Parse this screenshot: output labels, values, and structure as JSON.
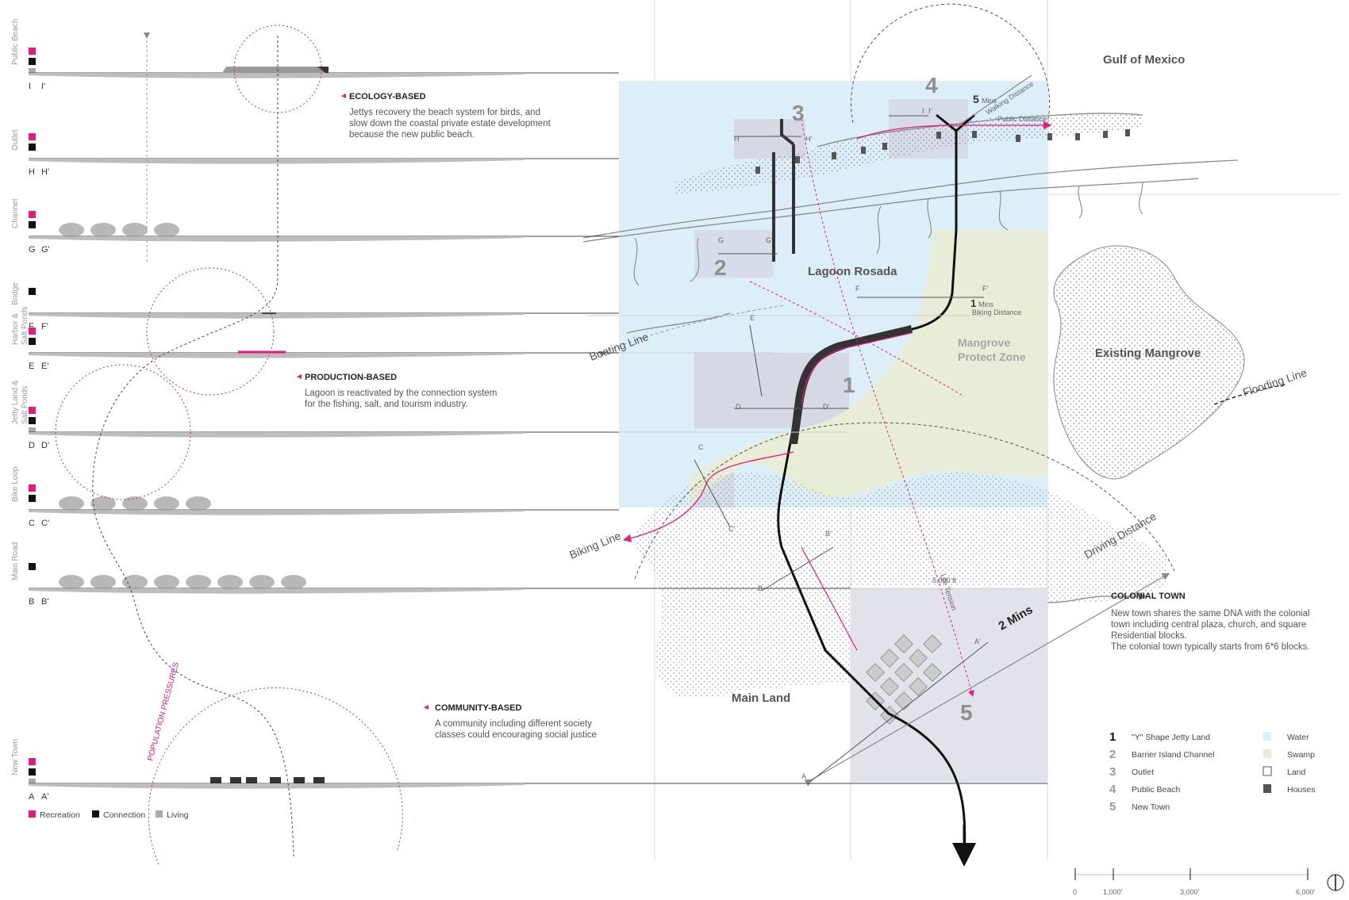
{
  "sections": [
    {
      "name": "Public Beach",
      "codes": [
        "I",
        "I'"
      ],
      "bars": [
        "magenta",
        "black",
        "gray"
      ]
    },
    {
      "name": "Outlet",
      "codes": [
        "H",
        "H'"
      ],
      "bars": [
        "magenta",
        "black"
      ]
    },
    {
      "name": "Channel",
      "codes": [
        "G",
        "G'"
      ],
      "bars": [
        "magenta",
        "black"
      ]
    },
    {
      "name": "Bridge",
      "codes": [
        "F",
        "F'"
      ],
      "bars": [
        "black"
      ]
    },
    {
      "name": "Harbor &",
      "name2": "Salt Ponds",
      "codes": [
        "E",
        "E'"
      ],
      "bars": [
        "magenta",
        "black"
      ]
    },
    {
      "name": "Jetty Land &",
      "name2": "Salt Ponds",
      "codes": [
        "D",
        "D'"
      ],
      "bars": [
        "magenta",
        "black",
        "gray"
      ]
    },
    {
      "name": "Bike Loop",
      "codes": [
        "C",
        "C'"
      ],
      "bars": [
        "magenta",
        "black"
      ]
    },
    {
      "name": "Main Road",
      "codes": [
        "B",
        "B'"
      ],
      "bars": [
        "black"
      ]
    },
    {
      "name": "New Town",
      "codes": [
        "A",
        "A'"
      ],
      "bars": [
        "magenta",
        "black",
        "gray"
      ]
    }
  ],
  "bottom_legend": [
    {
      "label": "Recreation",
      "color": "#e6197d"
    },
    {
      "label": "Connection",
      "color": "#111111"
    },
    {
      "label": "Living",
      "color": "#aaaaaa"
    }
  ],
  "notes": {
    "ecology": {
      "title": "ECOLOGY-BASED",
      "lines": [
        "Jettys recovery the beach system for birds, and",
        "slow down the coastal private estate development",
        "because the new  public beach."
      ]
    },
    "production": {
      "title": "PRODUCTION-BASED",
      "lines": [
        "Lagoon is reactivated by the connection system",
        "for the fishing, salt, and tourism industry."
      ]
    },
    "community": {
      "title": "COMMUNITY-BASED",
      "lines": [
        "A community including different society",
        "classes could encouraging social justice"
      ]
    },
    "colonial": {
      "title": "COLONIAL TOWN",
      "lines": [
        "New town shares the same DNA with the colonial",
        "town including central plaza, church, and square",
        "Residential blocks.",
        "The colonial town typically starts from 6*6 blocks."
      ]
    }
  },
  "map_labels": {
    "gulf": "Gulf of Mexico",
    "lagoon": "Lagoon Rosada",
    "mangrove_protect_1": "Mangrove",
    "mangrove_protect_2": "Protect Zone",
    "existing_mangrove": "Existing Mangrove",
    "main_land": "Main Land",
    "flooding_line": "Flooding Line",
    "boating_line": "Boating Line",
    "biking_line": "Biking Line",
    "life_tension": "Life Tension",
    "population_pressures": "POPULATION PRESSURES",
    "walking_distance": "Walking Distance",
    "public_distance": "Public Distance",
    "biking_distance": "Biking Distance",
    "driving_distance": "Driving Distance",
    "five_mins": "5",
    "mins_word": "Mins",
    "one_mins": "1",
    "two_mins": "2 Mins",
    "ft_5000": "5,000 ft"
  },
  "map_numbers": [
    "1",
    "2",
    "3",
    "4",
    "5"
  ],
  "map_section_marks": [
    "I",
    "I'",
    "H",
    "H'",
    "G",
    "G'",
    "F",
    "F'",
    "E",
    "D",
    "D'",
    "C",
    "C'",
    "B",
    "B'",
    "A",
    "A'"
  ],
  "key_list": [
    {
      "num": "1",
      "label": "\"Y\" Shape Jetty Land"
    },
    {
      "num": "2",
      "label": "Barrier Island Channel"
    },
    {
      "num": "3",
      "label": "Outlet"
    },
    {
      "num": "4",
      "label": "Public Beach"
    },
    {
      "num": "5",
      "label": "New Town"
    }
  ],
  "map_legend": [
    {
      "label": "Water",
      "color": "#dceef7"
    },
    {
      "label": "Swamp",
      "color": "#e8edd8"
    },
    {
      "label": "Land",
      "color": "#ffffff"
    },
    {
      "label": "Houses",
      "color": "#555555"
    }
  ],
  "scale": [
    "0",
    "1,000'",
    "3,000'",
    "6,000'"
  ],
  "colors": {
    "accent": "#e6197d",
    "water": "#dceef7",
    "swamp": "#e8edd8",
    "zone": "#d6d8e4"
  }
}
